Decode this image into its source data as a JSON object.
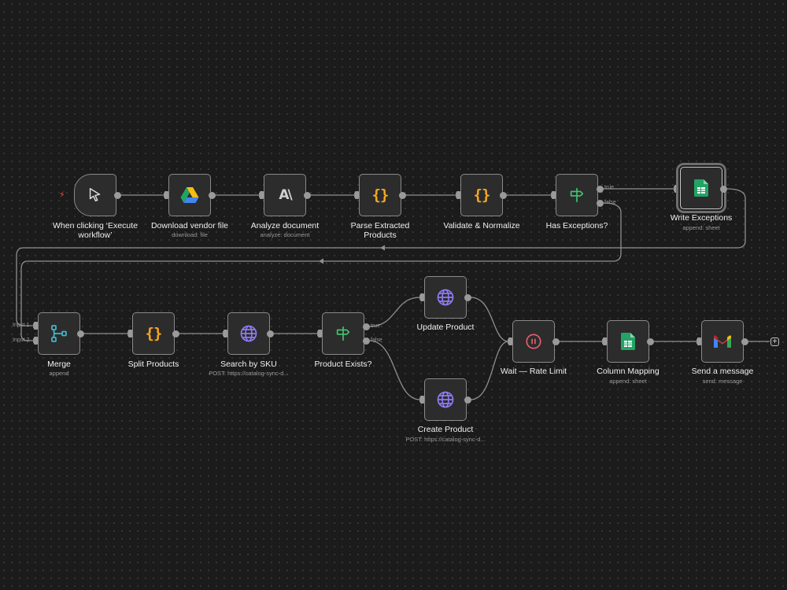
{
  "workflow": {
    "trigger": {
      "label": "When clicking ‘Execute workflow’",
      "icon": "cursor-icon",
      "badge": "lightning-icon"
    },
    "download": {
      "label": "Download vendor file",
      "sub": "download: file",
      "icon": "google-drive-icon"
    },
    "analyze": {
      "label": "Analyze document",
      "sub": "analyze: document",
      "icon": "anthropic-icon"
    },
    "parse": {
      "label": "Parse Extracted Products",
      "icon": "code-braces-icon"
    },
    "validate": {
      "label": "Validate & Normalize",
      "icon": "code-braces-icon"
    },
    "has_exceptions": {
      "label": "Has Exceptions?",
      "icon": "signpost-icon",
      "true_label": "true",
      "false_label": "false"
    },
    "write_exceptions": {
      "label": "Write Exceptions",
      "sub": "append: sheet",
      "icon": "google-sheets-icon"
    },
    "merge": {
      "label": "Merge",
      "sub": "append",
      "icon": "merge-icon",
      "input1": "Input 1",
      "input2": "Input 2"
    },
    "split": {
      "label": "Split Products",
      "icon": "code-braces-icon"
    },
    "search": {
      "label": "Search by SKU",
      "sub": "POST: https://catalog-sync-d...",
      "icon": "globe-icon"
    },
    "exists": {
      "label": "Product Exists?",
      "icon": "signpost-icon",
      "true_label": "true",
      "false_label": "false"
    },
    "update": {
      "label": "Update Product",
      "icon": "globe-icon"
    },
    "create": {
      "label": "Create Product",
      "sub": "POST: https://catalog-sync-d...",
      "icon": "globe-icon"
    },
    "wait": {
      "label": "Wait — Rate Limit",
      "icon": "pause-icon"
    },
    "mapping": {
      "label": "Column Mapping",
      "sub": "append: sheet",
      "icon": "google-sheets-icon"
    },
    "send": {
      "label": "Send a message",
      "sub": "send: message",
      "icon": "gmail-icon"
    },
    "add_button": "+"
  },
  "colors": {
    "background": "#1b1b1b",
    "node_fill": "#2c2c2c",
    "node_border": "#8a8a8a",
    "wire": "#8f8f8f",
    "code_orange": "#f5a623",
    "if_green": "#43c472",
    "http_purple": "#8c7bf2",
    "wait_red": "#e8616e",
    "merge_teal": "#3fb6c7"
  }
}
